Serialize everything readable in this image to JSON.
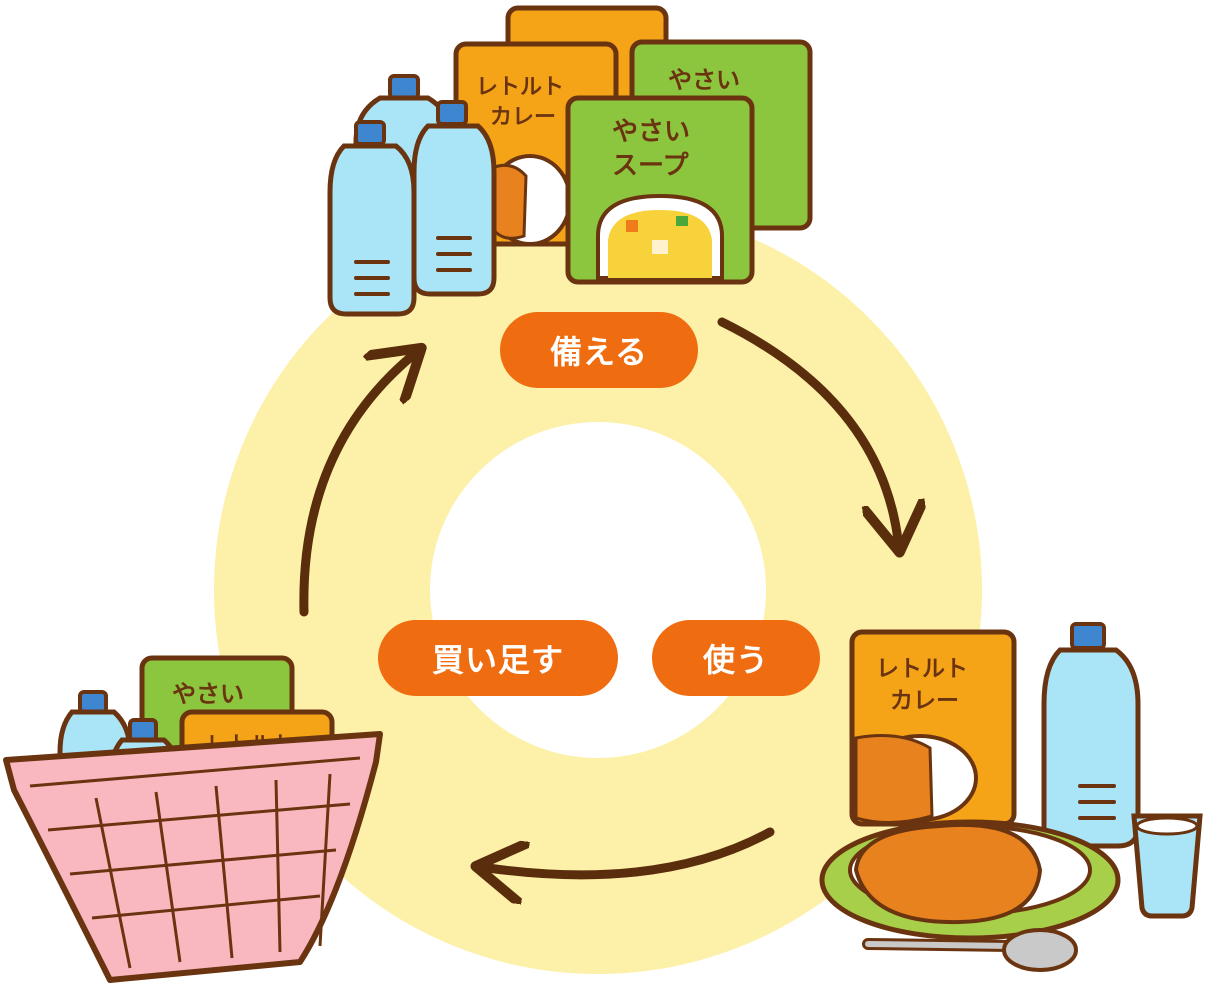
{
  "steps": {
    "prepare": "備える",
    "use": "使う",
    "restock": "買い足す"
  },
  "packages": {
    "curry": [
      "レトルト",
      "カレー"
    ],
    "soup": [
      "やさい",
      "スープ"
    ]
  },
  "colors": {
    "ring": "#fdf0a8",
    "pill": "#ef6c10",
    "arrow": "#5a2d0c",
    "curry_pack": "#f5a418",
    "soup_pack": "#8cc63e",
    "basket": "#f9b8c0",
    "bottle": "#a9e4f7",
    "bottle_cap": "#3e86cf",
    "plate": "#a8cf4a"
  },
  "icons": [
    "cycle-arrow-icon",
    "water-bottle-icon",
    "curry-pouch-icon",
    "soup-pouch-icon",
    "basket-icon",
    "curry-plate-icon",
    "water-glass-icon",
    "spoon-icon"
  ]
}
